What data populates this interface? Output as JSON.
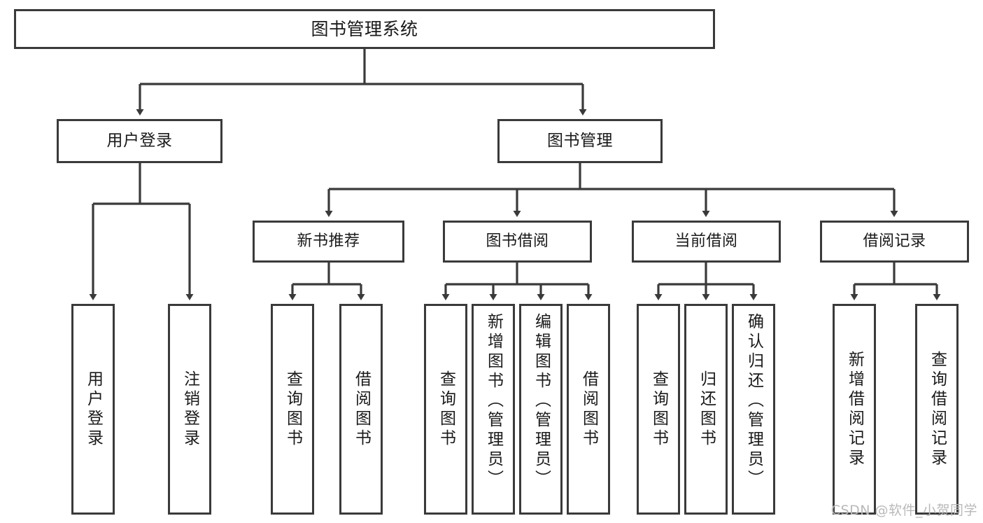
{
  "diagram": {
    "title": "图书管理系统",
    "type": "function-hierarchy-tree",
    "watermark": "CSDN @软件_小贺同学",
    "colors": {
      "stroke": "#3a3a3a",
      "fill": "#ffffff",
      "text": "#1a1a1a",
      "watermark": "#b9b9b9"
    },
    "nodes": {
      "root": {
        "label": "图书管理系统"
      },
      "level2": [
        {
          "id": "user-login",
          "label": "用户登录"
        },
        {
          "id": "book-manage",
          "label": "图书管理"
        }
      ],
      "level3": [
        {
          "id": "new-book-recommend",
          "label": "新书推荐"
        },
        {
          "id": "book-borrow",
          "label": "图书借阅"
        },
        {
          "id": "current-borrow",
          "label": "当前借阅"
        },
        {
          "id": "borrow-record",
          "label": "借阅记录"
        }
      ],
      "leaves": {
        "user_login": [
          {
            "id": "leaf-user-login",
            "label": "用户登录"
          },
          {
            "id": "leaf-logout-login",
            "label": "注销登录"
          }
        ],
        "new_book_recommend": [
          {
            "id": "leaf-query-book-1",
            "label": "查询图书"
          },
          {
            "id": "leaf-borrow-book-1",
            "label": "借阅图书"
          }
        ],
        "book_borrow": [
          {
            "id": "leaf-query-book-2",
            "label": "查询图书"
          },
          {
            "id": "leaf-add-book",
            "label": "新增图书（管理员）"
          },
          {
            "id": "leaf-edit-book",
            "label": "编辑图书（管理员）"
          },
          {
            "id": "leaf-borrow-book-2",
            "label": "借阅图书"
          }
        ],
        "current_borrow": [
          {
            "id": "leaf-query-book-3",
            "label": "查询图书"
          },
          {
            "id": "leaf-return-book",
            "label": "归还图书"
          },
          {
            "id": "leaf-confirm-return",
            "label": "确认归还（管理员）"
          }
        ],
        "borrow_record": [
          {
            "id": "leaf-add-record",
            "label": "新增借阅记录"
          },
          {
            "id": "leaf-query-record",
            "label": "查询借阅记录"
          }
        ]
      }
    }
  }
}
